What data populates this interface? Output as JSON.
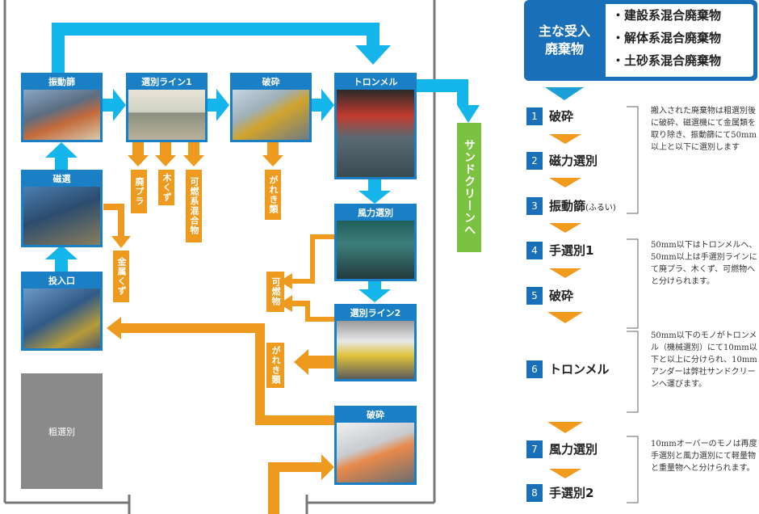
{
  "flow": {
    "boxes": {
      "vibrating_screen": "振動篩",
      "sorting_line_1": "選別ライン1",
      "crushing_1": "破砕",
      "trommel": "トロンメル",
      "magnetic_sorting": "磁選",
      "inlet": "投入口",
      "wind_sorting": "風力選別",
      "sorting_line_2": "選別ライン2",
      "crushing_2": "破砕"
    },
    "tags": {
      "waste_plastic": "廃プラ",
      "wood_chips": "木くず",
      "combustible_mixed": "可燃系混合物",
      "gravel_1": "がれき類",
      "metal_scrap": "金属くず",
      "combustibles": "可燃物",
      "gravel_2": "がれき類"
    },
    "rough_sorting": "粗選別",
    "sand_clean": "サンドクリーンへ",
    "colors": {
      "blue": "#1a7fc4",
      "cyan": "#13b5ea",
      "orange": "#ee9a1e",
      "green": "#7cc242",
      "gray": "#8a8a8a"
    }
  },
  "panel": {
    "main_waste_label_1": "主な受入",
    "main_waste_label_2": "廃棄物",
    "waste_items": [
      "・建設系混合廃棄物",
      "・解体系混合廃棄物",
      "・土砂系混合廃棄物"
    ],
    "steps": [
      {
        "num": "1",
        "label": "破砕",
        "note": ""
      },
      {
        "num": "2",
        "label": "磁力選別",
        "note": ""
      },
      {
        "num": "3",
        "label": "振動篩",
        "note": "(ふるい)"
      },
      {
        "num": "4",
        "label": "手選別1",
        "note": ""
      },
      {
        "num": "5",
        "label": "破砕",
        "note": ""
      },
      {
        "num": "6",
        "label": "トロンメル",
        "note": ""
      },
      {
        "num": "7",
        "label": "風力選別",
        "note": ""
      },
      {
        "num": "8",
        "label": "手選別2",
        "note": ""
      }
    ],
    "descriptions": [
      "搬入された廃棄物は粗選別後に破砕、磁選機にて金属類を取り除き、振動篩にて50mm以上と以下に選別します",
      "50mm以下はトロンメルへ、50mm以上は手選別ラインにて廃プラ、木くず、可燃物へと分けられます。",
      "50mm以下のモノがトロンメル（機械選別）にて10mm以下と以上に分けられ、10mmアンダーは弊社サンドクリーンへ運びます。",
      "10mmオーバーのモノは再度手選別と風力選別にて軽量物と重量物へと分けられます。"
    ]
  }
}
